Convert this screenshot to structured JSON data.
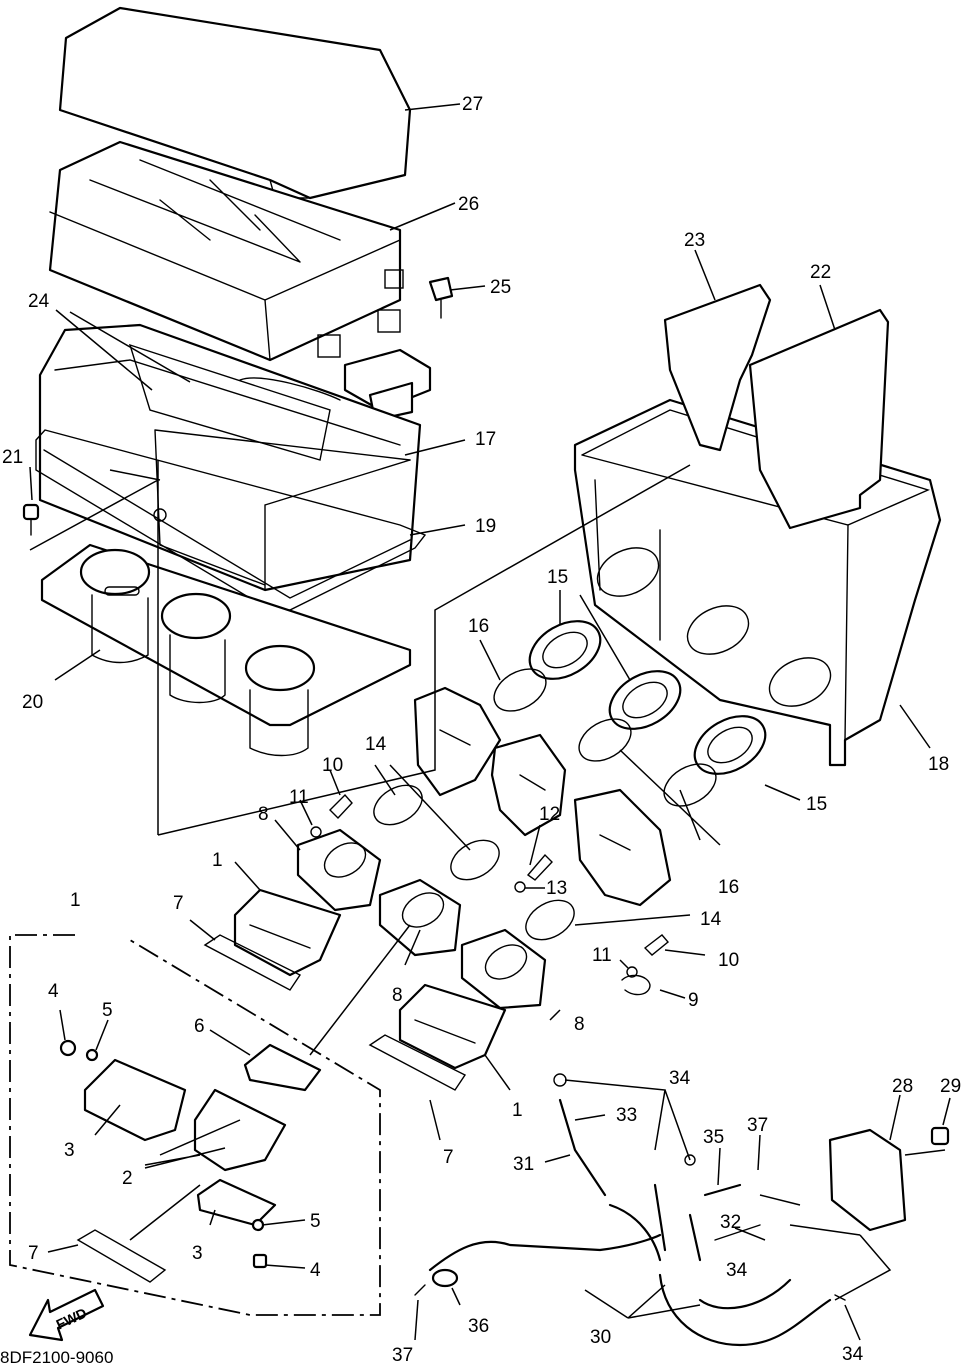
{
  "diagram": {
    "drawing_code": "8DF2100-9060",
    "fwd_label": "FWD",
    "callouts": [
      {
        "id": "c27",
        "label": "27"
      },
      {
        "id": "c26",
        "label": "26"
      },
      {
        "id": "c25",
        "label": "25"
      },
      {
        "id": "c24",
        "label": "24"
      },
      {
        "id": "c23",
        "label": "23"
      },
      {
        "id": "c22",
        "label": "22"
      },
      {
        "id": "c21",
        "label": "21"
      },
      {
        "id": "c17",
        "label": "17"
      },
      {
        "id": "c19",
        "label": "19"
      },
      {
        "id": "c20",
        "label": "20"
      },
      {
        "id": "c18",
        "label": "18"
      },
      {
        "id": "c15a",
        "label": "15"
      },
      {
        "id": "c15b",
        "label": "15"
      },
      {
        "id": "c16a",
        "label": "16"
      },
      {
        "id": "c16b",
        "label": "16"
      },
      {
        "id": "c14a",
        "label": "14"
      },
      {
        "id": "c14b",
        "label": "14"
      },
      {
        "id": "c10a",
        "label": "10"
      },
      {
        "id": "c10b",
        "label": "10"
      },
      {
        "id": "c11a",
        "label": "11"
      },
      {
        "id": "c11b",
        "label": "11"
      },
      {
        "id": "c12",
        "label": "12"
      },
      {
        "id": "c13",
        "label": "13"
      },
      {
        "id": "c9",
        "label": "9"
      },
      {
        "id": "c8a",
        "label": "8"
      },
      {
        "id": "c8b",
        "label": "8"
      },
      {
        "id": "c8c",
        "label": "8"
      },
      {
        "id": "c1a",
        "label": "1"
      },
      {
        "id": "c1b",
        "label": "1"
      },
      {
        "id": "c1c",
        "label": "1"
      },
      {
        "id": "c7a",
        "label": "7"
      },
      {
        "id": "c7b",
        "label": "7"
      },
      {
        "id": "c7c",
        "label": "7"
      },
      {
        "id": "c6",
        "label": "6"
      },
      {
        "id": "c4a",
        "label": "4"
      },
      {
        "id": "c4b",
        "label": "4"
      },
      {
        "id": "c5a",
        "label": "5"
      },
      {
        "id": "c5b",
        "label": "5"
      },
      {
        "id": "c3a",
        "label": "3"
      },
      {
        "id": "c3b",
        "label": "3"
      },
      {
        "id": "c2",
        "label": "2"
      },
      {
        "id": "c34a",
        "label": "34"
      },
      {
        "id": "c34b",
        "label": "34"
      },
      {
        "id": "c34c",
        "label": "34"
      },
      {
        "id": "c33",
        "label": "33"
      },
      {
        "id": "c31",
        "label": "31"
      },
      {
        "id": "c35",
        "label": "35"
      },
      {
        "id": "c37a",
        "label": "37"
      },
      {
        "id": "c37b",
        "label": "37"
      },
      {
        "id": "c28",
        "label": "28"
      },
      {
        "id": "c29",
        "label": "29"
      },
      {
        "id": "c32",
        "label": "32"
      },
      {
        "id": "c36",
        "label": "36"
      },
      {
        "id": "c30",
        "label": "30"
      }
    ]
  }
}
